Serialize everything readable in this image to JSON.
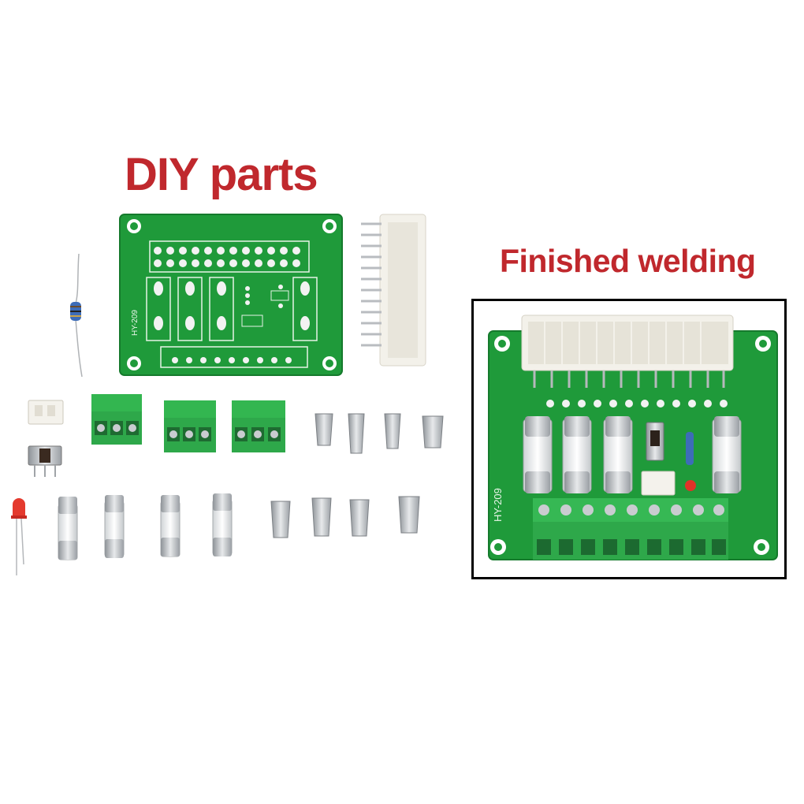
{
  "diy_section": {
    "title": "DIY parts"
  },
  "finished_section": {
    "title": "Finished welding"
  },
  "board": {
    "model_label": "HY-209"
  },
  "colors": {
    "title_red": "#c0282d",
    "pcb_green": "#1f9a3a",
    "terminal_green": "#2ea84a",
    "connector_white": "#f3f1ea",
    "frame": "#000000"
  }
}
